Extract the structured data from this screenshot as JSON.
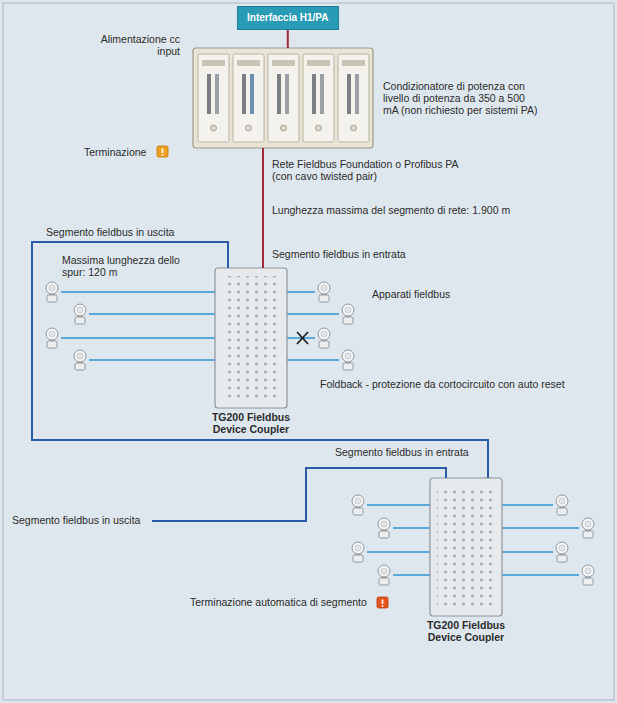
{
  "diagram": {
    "nodes": [
      {
        "text": [
          "Interfaccia H1/PA"
        ]
      },
      {
        "text": [
          "Condizionatore di potenza con livello di potenza da 350 a 500 mA (non richiesto per sistemi PA)"
        ]
      },
      {
        "text": [
          "TG200 Fieldbus Device Coupler"
        ]
      },
      {
        "text": [
          "TG200 Fieldbus Device Coupler"
        ]
      }
    ],
    "edges": [
      {
        "from": 0,
        "to": 1,
        "arrow": "none"
      },
      {
        "from": 1,
        "to": 2,
        "arrow": "none"
      },
      {
        "from": 2,
        "to": 3,
        "arrow": "none"
      }
    ],
    "labels": [
      "Alimentazione cc input",
      "Terminazione",
      "Rete Fieldbus Foundation o Profibus PA (con cavo twisted pair)",
      "Lunghezza massima del segmento di rete: 1.900 m",
      "Segmento fieldbus in entrata",
      "Segmento fieldbus in uscita",
      "Massima lunghezza dello spur: 120 m",
      "Apparati fieldbus",
      "Foldback - protezione da cortocircuito con auto reset",
      "Segmento fieldbus in entrata",
      "Segmento fieldbus in uscita",
      "Terminazione automatica di segmento"
    ]
  }
}
